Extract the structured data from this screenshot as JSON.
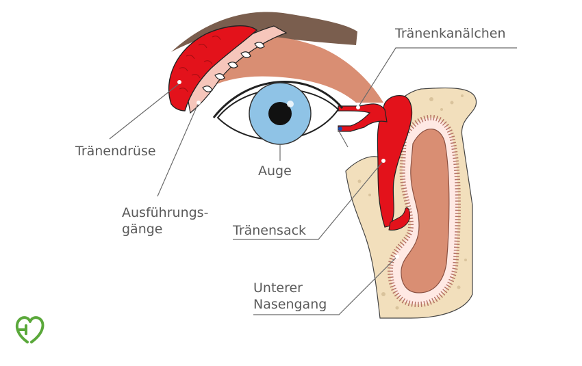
{
  "labels": {
    "canaliculi": "Tränenkanälchen",
    "gland": "Tränendrüse",
    "eye": "Auge",
    "ducts_line1": "Ausführungs-",
    "ducts_line2": "gänge",
    "sac": "Tränensack",
    "meatus_line1": "Unterer",
    "meatus_line2": "Nasengang"
  },
  "colors": {
    "lacrimal_red": "#e3121b",
    "skin": "#d98e73",
    "brow": "#7a5e4e",
    "duct_pink": "#f6c6bb",
    "bone": "#f2dfbc",
    "iris": "#8fc3e6",
    "logo_green": "#5aa83a"
  },
  "logo": {
    "icon": "heart-cross-icon"
  }
}
